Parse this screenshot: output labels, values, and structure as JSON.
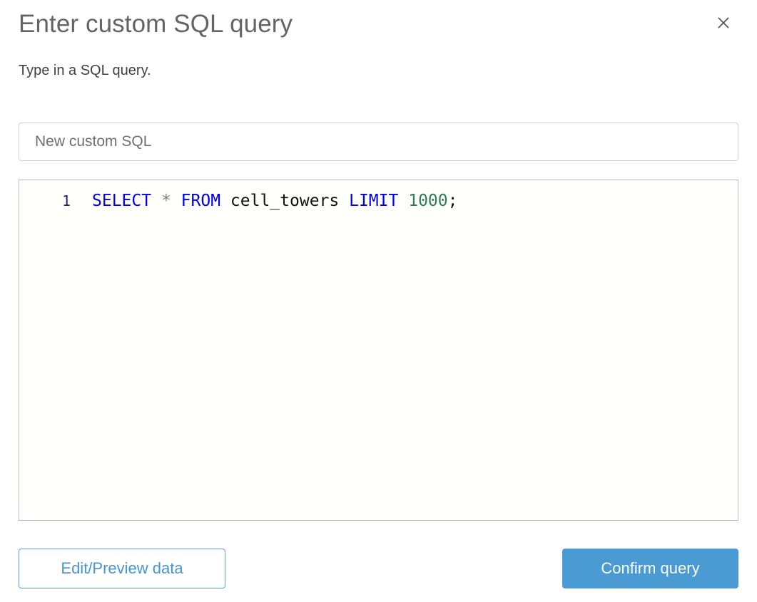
{
  "dialog": {
    "title": "Enter custom SQL query",
    "subtitle": "Type in a SQL query.",
    "close_icon": "close-icon"
  },
  "name_field": {
    "value": "",
    "placeholder": "New custom SQL"
  },
  "editor": {
    "line_number": "1",
    "tokens": [
      {
        "text": "SELECT",
        "type": "keyword"
      },
      {
        "text": " ",
        "type": "plain"
      },
      {
        "text": "*",
        "type": "operator"
      },
      {
        "text": " ",
        "type": "plain"
      },
      {
        "text": "FROM",
        "type": "keyword"
      },
      {
        "text": " ",
        "type": "plain"
      },
      {
        "text": "cell_towers",
        "type": "identifier"
      },
      {
        "text": " ",
        "type": "plain"
      },
      {
        "text": "LIMIT",
        "type": "keyword"
      },
      {
        "text": " ",
        "type": "plain"
      },
      {
        "text": "1000",
        "type": "number"
      },
      {
        "text": ";",
        "type": "punctuation"
      }
    ],
    "full_text": "SELECT * FROM cell_towers LIMIT 1000;",
    "kw_select": "SELECT",
    "op_star": "*",
    "kw_from": "FROM",
    "ident_table": "cell_towers",
    "kw_limit": "LIMIT",
    "num_limit": "1000",
    "punc_semicolon": ";",
    "sp": " "
  },
  "footer": {
    "secondary_label": "Edit/Preview data",
    "primary_label": "Confirm query"
  },
  "colors": {
    "primary_blue": "#4a9ad4",
    "link_blue": "#4a94cf",
    "keyword_blue": "#0000ee",
    "number_green": "#2c7d54",
    "title_gray": "#646464",
    "border_gray": "#d2d2d2"
  }
}
